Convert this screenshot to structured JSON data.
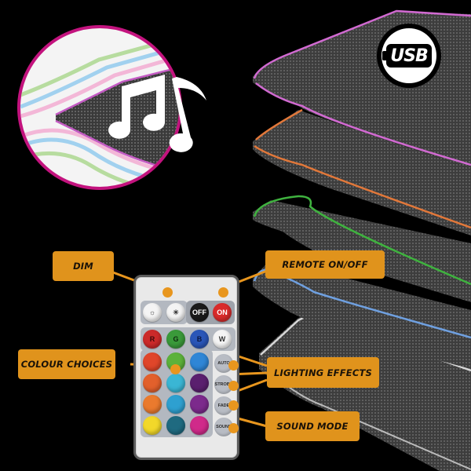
{
  "colors": {
    "background": "#000000",
    "label_bg": "#e0931c",
    "label_text": "#1a1208",
    "inset_border": "#c3137e",
    "mat_edges": [
      "#d16ad1",
      "#e2783a",
      "#3fb23f",
      "#6fa0e0",
      "#d8d8d8"
    ]
  },
  "badge": {
    "usb_label": "USB"
  },
  "inset": {
    "icon": "music-notes-icon"
  },
  "callouts": {
    "dim": "DIM",
    "remote_on_off": "REMOTE ON/OFF",
    "colour_choices": "COLOUR CHOICES",
    "lighting_effects": "LIGHTING EFFECTS",
    "sound_mode": "SOUND MODE"
  },
  "remote": {
    "top_row": [
      {
        "label": "",
        "icon": "brightness-down-icon",
        "color": "#f4f4f4"
      },
      {
        "label": "",
        "icon": "brightness-up-icon",
        "color": "#f4f4f4"
      },
      {
        "label": "OFF",
        "color": "#1a1a1a",
        "text": "#ffffff"
      },
      {
        "label": "ON",
        "color": "#d92b2b",
        "text": "#ffffff"
      }
    ],
    "rgbw_row": [
      {
        "label": "R",
        "color": "#cc2a2a",
        "text": "#3a0a0a"
      },
      {
        "label": "G",
        "color": "#3a9a3a",
        "text": "#0d2a0d"
      },
      {
        "label": "B",
        "color": "#2a56b8",
        "text": "#0a1640"
      },
      {
        "label": "W",
        "color": "#f4f4f4",
        "text": "#333333"
      }
    ],
    "colour_grid": [
      [
        "#e0462a",
        "#5cb23a",
        "#2f86d6"
      ],
      [
        "#e2602c",
        "#3ab6d4",
        "#5a1f6e"
      ],
      [
        "#ea7a2e",
        "#2ea0d0",
        "#7c2a8c"
      ],
      [
        "#f2d82a",
        "#1f6a80",
        "#d02a8a"
      ]
    ],
    "effects": [
      "AUTO",
      "STROBE",
      "FADE",
      "SOUND"
    ]
  }
}
